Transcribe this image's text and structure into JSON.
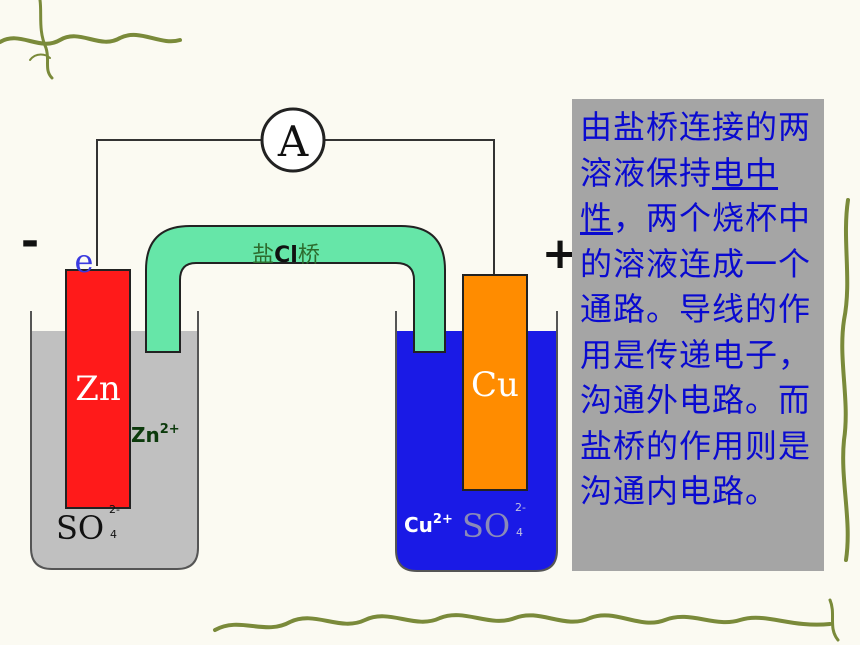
{
  "diagram": {
    "ammeter": "A",
    "minus_sign": "-",
    "plus_sign": "+",
    "electron_label": "e",
    "salt_bridge_label": {
      "text": "盐",
      "bold": "Cl",
      "tail": "桥"
    },
    "left_electrode": "Zn",
    "left_ion": {
      "base": "Zn",
      "charge": "2+"
    },
    "left_anion": {
      "base": "SO",
      "sub": "4",
      "charge": "2-"
    },
    "right_electrode": "Cu",
    "right_ion": {
      "base": "Cu",
      "charge": "2+"
    },
    "right_anion": {
      "base": "SO",
      "sub": "4",
      "charge": "2-"
    },
    "colors": {
      "zn_electrode": "#ff1a1a",
      "cu_electrode": "#ff8c00",
      "left_solution": "#c0c0c0",
      "right_solution": "#1a1ae6",
      "salt_bridge": "#66e6a8",
      "panel_bg": "#a5a5a5",
      "panel_text": "#0a0ad0"
    }
  },
  "panel": {
    "text_before": "由盐桥连接的两溶液保持",
    "underlined": "电中性",
    "text_after": "，两个烧杯中的溶液连成一个通路。导线的作用是传递电子，沟通外电路。而盐桥的作用则是沟通内电路。"
  }
}
